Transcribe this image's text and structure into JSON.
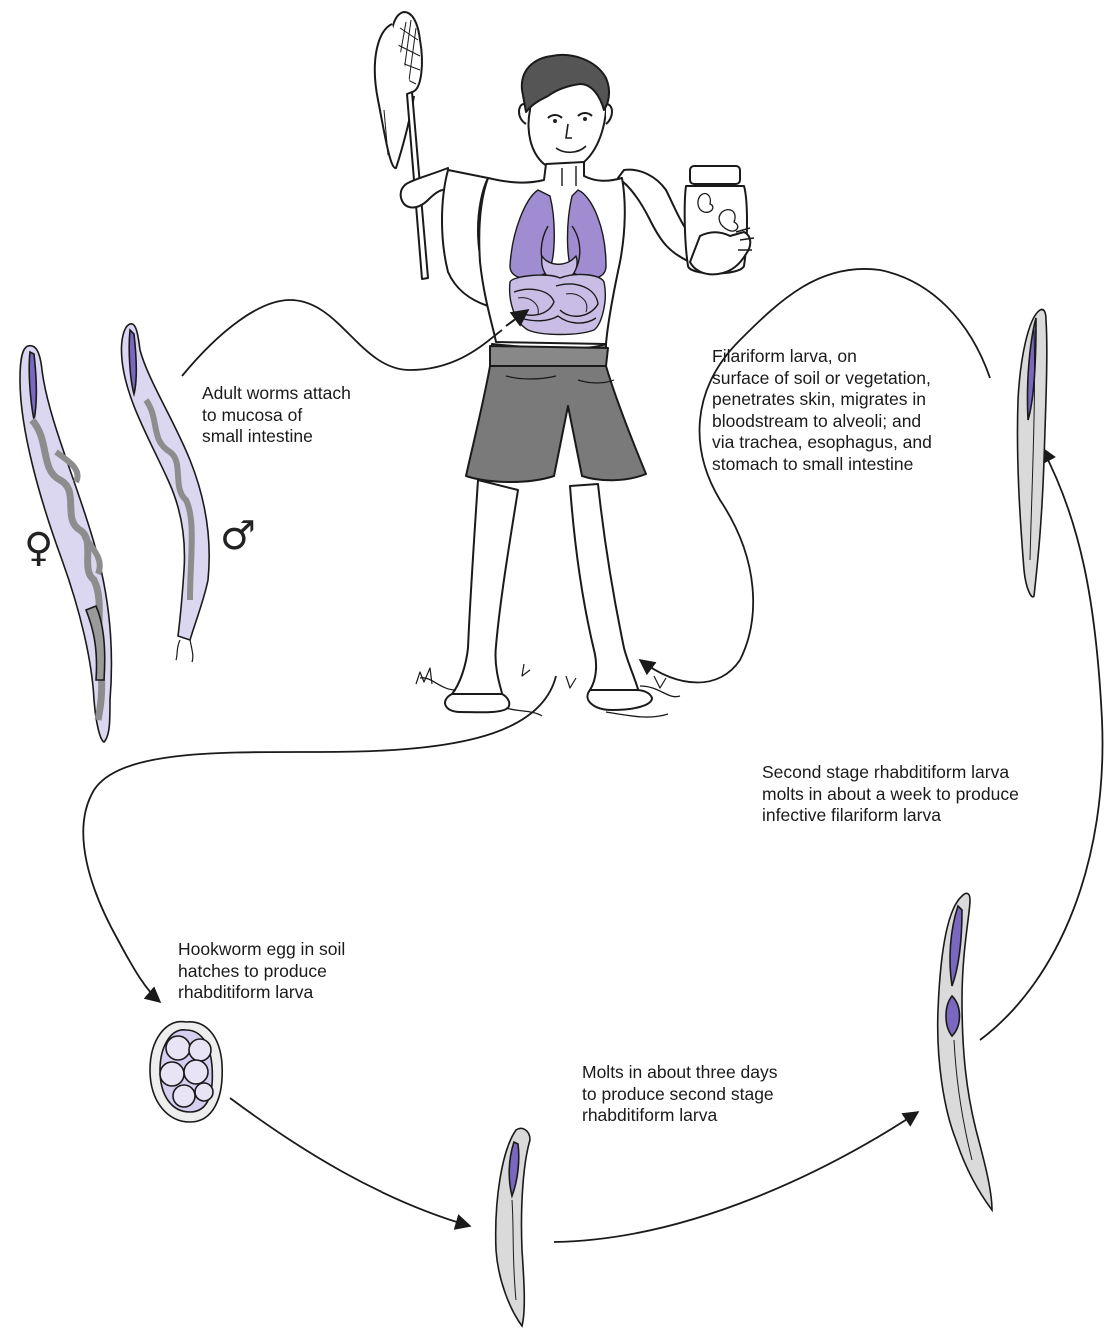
{
  "labels": {
    "adult_worms": "Adult worms attach\nto mucosa of\nsmall intestine",
    "filariform": "Filariform larva, on\nsurface of soil or vegetation,\npenetrates skin, migrates in\nbloodstream to alveoli; and\nvia trachea, esophagus, and\nstomach to small intestine",
    "second_stage": "Second stage rhabditiform larva\nmolts in about a week to produce\ninfective filariform larva",
    "egg": "Hookworm egg in soil\nhatches to produce\nrhabditiform larva",
    "molts": "Molts in about three days\nto produce second stage\nrhabditiform larva"
  },
  "symbols": {
    "female": "♀",
    "male": "♂"
  },
  "colors": {
    "organ_purple": "#a08cd0",
    "organ_light": "#c9bde6",
    "worm_gray": "#b5b5b5",
    "shorts_gray": "#7a7a7a",
    "line": "#1a1a1a"
  }
}
